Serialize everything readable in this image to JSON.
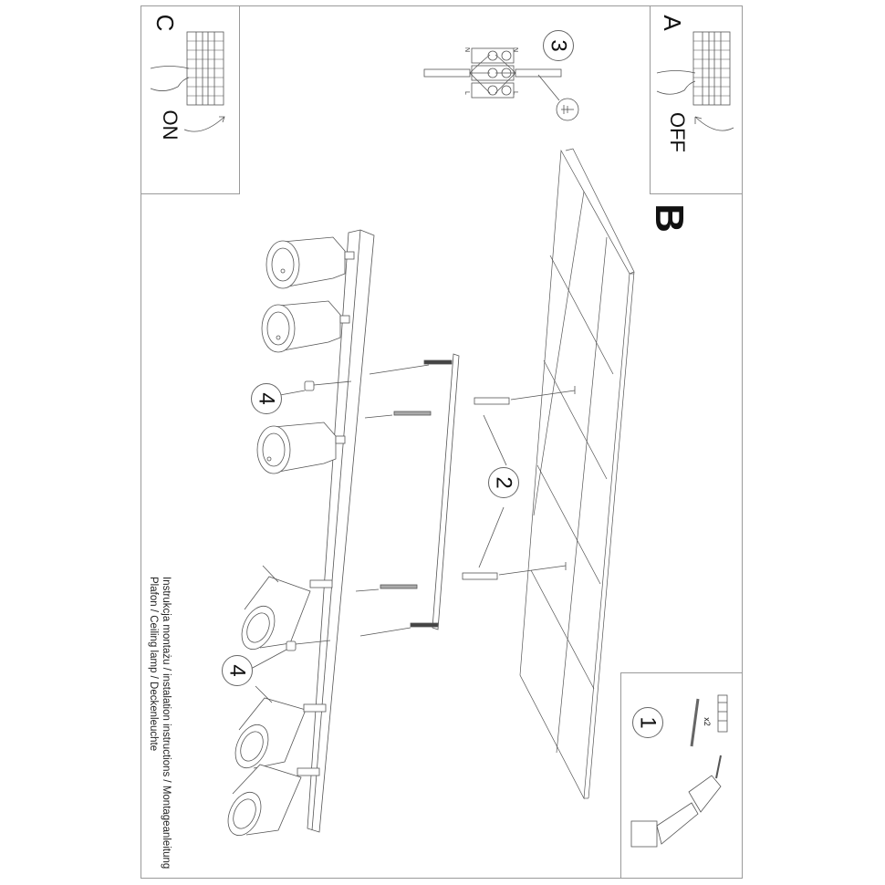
{
  "document": {
    "caption_line_1": "Instrukcja montażu / instalation instructions / Montageanleitung",
    "caption_line_2": "Plafon / Ceiling lamp / Deckenleuchte"
  },
  "panels": {
    "c": {
      "letter": "C",
      "state": "ON",
      "icon": "circuit-breaker-hand-icon"
    },
    "a": {
      "letter": "A",
      "state": "OFF",
      "icon": "circuit-breaker-hand-icon"
    },
    "b": {
      "letter": "B"
    },
    "step1": {
      "number": "1",
      "quantity": "x2",
      "icons": [
        "screw-icon",
        "wall-plug-icon",
        "drill-icon"
      ]
    }
  },
  "callouts": {
    "step2": "2",
    "step3": "3",
    "step4_top": "4",
    "step4_bottom": "4"
  },
  "wiring": {
    "labels": [
      "N",
      "N",
      "L",
      "L"
    ],
    "icon": "ground-symbol-icon"
  },
  "colors": {
    "line": "#555555",
    "frame": "#9a9a9a",
    "text": "#111111"
  }
}
